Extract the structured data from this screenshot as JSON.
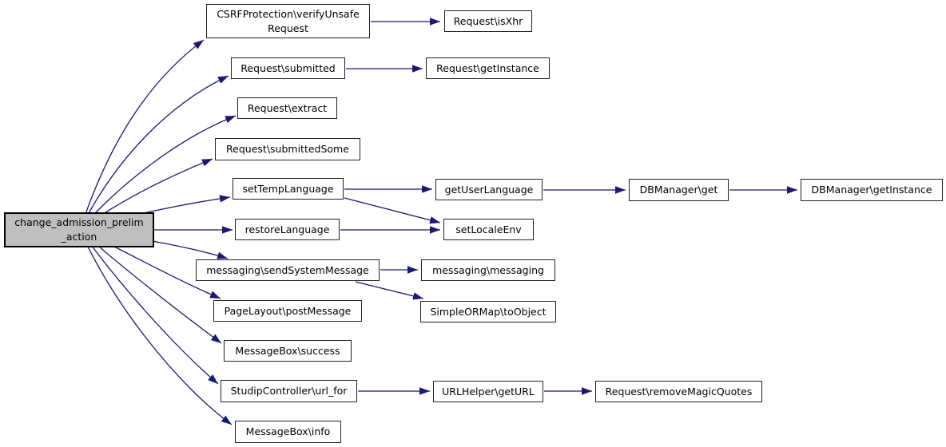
{
  "colors": {
    "edge": "#191970",
    "node_fill": "#ffffff",
    "node_border": "#222222",
    "root_fill": "#bfbfbf",
    "root_border": "#000000",
    "text": "#000000",
    "background": "#ffffff"
  },
  "graph": {
    "type": "call-graph",
    "root_id": "main",
    "nodes": [
      {
        "id": "main",
        "label": "change_admission_prelim\n_action",
        "root": true
      },
      {
        "id": "csrf",
        "label": "CSRFProtection\\verifyUnsafe\nRequest"
      },
      {
        "id": "isxhr",
        "label": "Request\\isXhr"
      },
      {
        "id": "submitted",
        "label": "Request\\submitted"
      },
      {
        "id": "getinstance",
        "label": "Request\\getInstance"
      },
      {
        "id": "extract",
        "label": "Request\\extract"
      },
      {
        "id": "submittedsome",
        "label": "Request\\submittedSome"
      },
      {
        "id": "settemplanguage",
        "label": "setTempLanguage"
      },
      {
        "id": "getuserlanguage",
        "label": "getUserLanguage"
      },
      {
        "id": "dbget",
        "label": "DBManager\\get"
      },
      {
        "id": "dbgetinstance",
        "label": "DBManager\\getInstance"
      },
      {
        "id": "restorelanguage",
        "label": "restoreLanguage"
      },
      {
        "id": "setlocaleenv",
        "label": "setLocaleEnv"
      },
      {
        "id": "sendsystemmessage",
        "label": "messaging\\sendSystemMessage"
      },
      {
        "id": "messaging",
        "label": "messaging\\messaging"
      },
      {
        "id": "postmessage",
        "label": "PageLayout\\postMessage"
      },
      {
        "id": "toobject",
        "label": "SimpleORMap\\toObject"
      },
      {
        "id": "success",
        "label": "MessageBox\\success"
      },
      {
        "id": "urlfor",
        "label": "StudipController\\url_for"
      },
      {
        "id": "geturl",
        "label": "URLHelper\\getURL"
      },
      {
        "id": "removemagicquotes",
        "label": "Request\\removeMagicQuotes"
      },
      {
        "id": "info",
        "label": "MessageBox\\info"
      }
    ],
    "edges": [
      {
        "from": "main",
        "to": "csrf"
      },
      {
        "from": "main",
        "to": "submitted"
      },
      {
        "from": "main",
        "to": "extract"
      },
      {
        "from": "main",
        "to": "submittedsome"
      },
      {
        "from": "main",
        "to": "settemplanguage"
      },
      {
        "from": "main",
        "to": "restorelanguage"
      },
      {
        "from": "main",
        "to": "sendsystemmessage"
      },
      {
        "from": "main",
        "to": "postmessage"
      },
      {
        "from": "main",
        "to": "success"
      },
      {
        "from": "main",
        "to": "urlfor"
      },
      {
        "from": "main",
        "to": "info"
      },
      {
        "from": "csrf",
        "to": "isxhr"
      },
      {
        "from": "submitted",
        "to": "getinstance"
      },
      {
        "from": "settemplanguage",
        "to": "getuserlanguage"
      },
      {
        "from": "settemplanguage",
        "to": "setlocaleenv"
      },
      {
        "from": "getuserlanguage",
        "to": "dbget"
      },
      {
        "from": "dbget",
        "to": "dbgetinstance"
      },
      {
        "from": "restorelanguage",
        "to": "setlocaleenv"
      },
      {
        "from": "sendsystemmessage",
        "to": "messaging"
      },
      {
        "from": "sendsystemmessage",
        "to": "toobject"
      },
      {
        "from": "urlfor",
        "to": "geturl"
      },
      {
        "from": "geturl",
        "to": "removemagicquotes"
      }
    ]
  }
}
